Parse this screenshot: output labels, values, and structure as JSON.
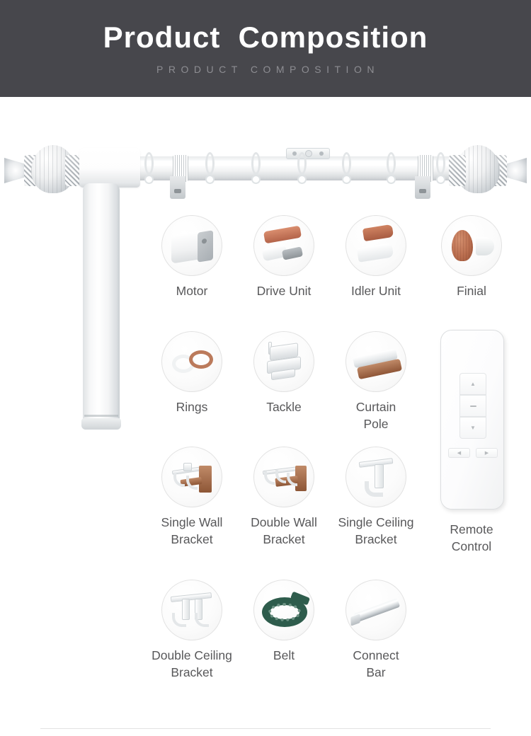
{
  "header": {
    "title": "Product  Composition",
    "subtitle": "PRODUCT COMPOSITION",
    "background_color": "#47474c",
    "title_color": "#ffffff",
    "subtitle_color": "#8d8d92"
  },
  "hero": {
    "description_parts": [
      "curtain-rod-assembly",
      "left-finial",
      "right-finial",
      "motor-housing",
      "motor-tube",
      "drive-gear",
      "ceiling-mount-plate",
      "curtain-rings"
    ],
    "ring_count": 6
  },
  "grid": {
    "label_color": "#58585a",
    "circle_border_color": "#e2e2e2",
    "items": [
      {
        "id": "motor",
        "label": "Motor",
        "row": 1,
        "col": 1,
        "icon": "motor-icon"
      },
      {
        "id": "drive-unit",
        "label": "Drive Unit",
        "row": 1,
        "col": 2,
        "icon": "drive-unit-icon"
      },
      {
        "id": "idler-unit",
        "label": "Idler Unit",
        "row": 1,
        "col": 3,
        "icon": "idler-unit-icon"
      },
      {
        "id": "finial",
        "label": "Finial",
        "row": 1,
        "col": 4,
        "icon": "finial-icon"
      },
      {
        "id": "rings",
        "label": "Rings",
        "row": 2,
        "col": 1,
        "icon": "rings-icon"
      },
      {
        "id": "tackle",
        "label": "Tackle",
        "row": 2,
        "col": 2,
        "icon": "tackle-icon"
      },
      {
        "id": "curtain-pole",
        "label": "Curtain\nPole",
        "row": 2,
        "col": 3,
        "icon": "curtain-pole-icon"
      },
      {
        "id": "single-wall-bracket",
        "label": "Single Wall\nBracket",
        "row": 3,
        "col": 1,
        "icon": "single-wall-bracket-icon"
      },
      {
        "id": "double-wall-bracket",
        "label": "Double Wall\nBracket",
        "row": 3,
        "col": 2,
        "icon": "double-wall-bracket-icon"
      },
      {
        "id": "single-ceiling-bracket",
        "label": "Single Ceiling\nBracket",
        "row": 3,
        "col": 3,
        "icon": "single-ceiling-bracket-icon"
      },
      {
        "id": "double-ceiling-bracket",
        "label": "Double Ceiling\nBracket",
        "row": 4,
        "col": 1,
        "icon": "double-ceiling-bracket-icon"
      },
      {
        "id": "belt",
        "label": "Belt",
        "row": 4,
        "col": 2,
        "icon": "belt-icon"
      },
      {
        "id": "connect-bar",
        "label": "Connect\nBar",
        "row": 4,
        "col": 3,
        "icon": "connect-bar-icon"
      }
    ]
  },
  "remote": {
    "label": "Remote\nControl",
    "buttons": [
      {
        "id": "up",
        "glyph": "▲",
        "name": "remote-up-button"
      },
      {
        "id": "stop",
        "glyph": "",
        "name": "remote-stop-button"
      },
      {
        "id": "down",
        "glyph": "▼",
        "name": "remote-down-button"
      },
      {
        "id": "left",
        "glyph": "◀",
        "name": "remote-left-button"
      },
      {
        "id": "right",
        "glyph": "▶",
        "name": "remote-right-button"
      }
    ]
  },
  "colors": {
    "copper": "#b06a4a",
    "belt_green": "#2e5c4c",
    "divider": "#e3e3e3"
  }
}
